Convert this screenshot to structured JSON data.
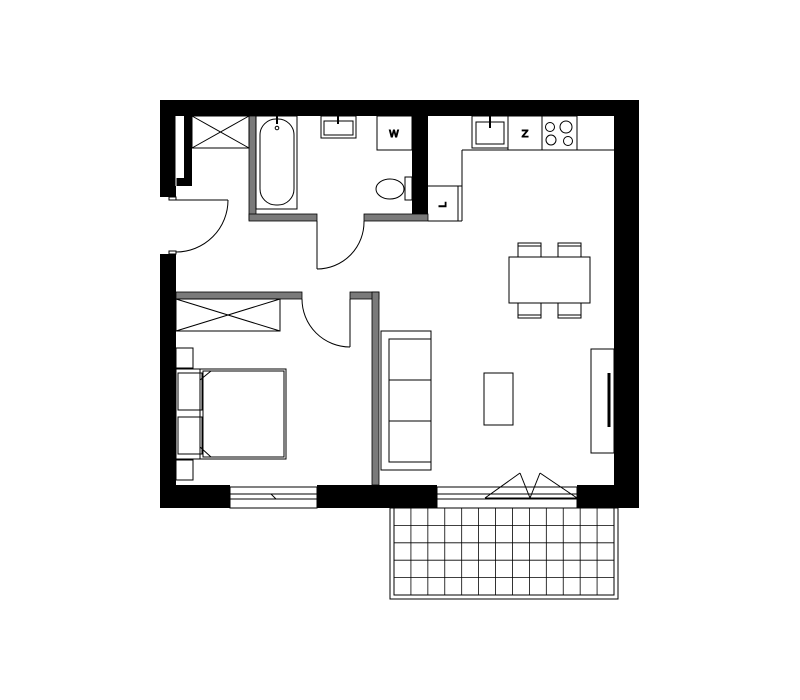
{
  "labels": {
    "washer": "W",
    "fridge": "Z",
    "cabinet": "L"
  },
  "colors": {
    "wall": "#000000",
    "partition": "#7a7a7a",
    "line": "#000000",
    "background": "#ffffff"
  }
}
